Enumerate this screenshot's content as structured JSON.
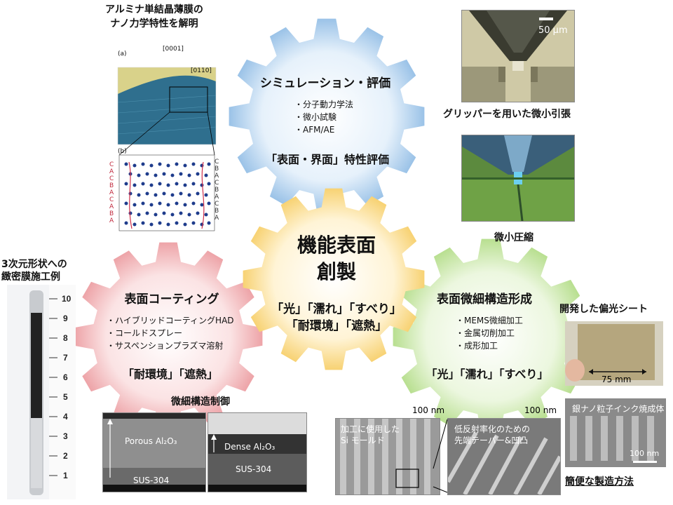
{
  "labels": {
    "alumina_title_1": "アルミナ単結晶薄膜の",
    "alumina_title_2": "ナノ力学特性を解明",
    "gripper": "グリッパーを用いた微小引張",
    "compression": "微小圧縮",
    "dense_film_1": "3次元形状への",
    "dense_film_2": "緻密膜施工例",
    "microstructure_control": "微細構造制御",
    "polarizer_sheet": "開発した偏光シート",
    "simple_method": "簡便な製造方法"
  },
  "center_gear": {
    "title_1": "機能表面",
    "title_2": "創製",
    "tag_1": "「光」「濡れ」「すべり」",
    "tag_2": "「耐環境」「遮熱」"
  },
  "sim_gear": {
    "title": "シミュレーション・評価",
    "bullets": [
      "・分子動力学法",
      "・微小試験",
      "・AFM/AE"
    ],
    "tag": "「表面・界面」特性評価"
  },
  "coat_gear": {
    "title": "表面コーティング",
    "bullets": [
      "・ハイブリッドコーティングHAD",
      "・コールドスプレー",
      "・サスペンションプラズマ溶射"
    ],
    "tag": "「耐環境」「遮熱」"
  },
  "micro_gear": {
    "title": "表面微細構造形成",
    "bullets": [
      "・MEMS微細加工",
      "・金属切削加工",
      "・成形加工"
    ],
    "tag": "「光」「濡れ」「すべり」"
  },
  "images": {
    "crystal_a": "(a)",
    "crystal_b": "(b)",
    "axis_0001": "[0001]",
    "axis_0110": "[0110]",
    "left_stack": "CACBACABA",
    "right_stack": "CBACBACBA",
    "gripper_scale": "50 μm",
    "porous_label": "Porous Al₂O₃",
    "porous_sub": "SUS-304",
    "dense_label": "Dense Al₂O₃",
    "dense_sub": "SUS-304",
    "mold_scale": "100 nm",
    "mold_caption_1": "加工に使用した",
    "mold_caption_2": "Si モールド",
    "taper_scale": "100 nm",
    "taper_caption_1": "低反射率化のための",
    "taper_caption_2": "先端テーパー&凹凸",
    "sheet_size": "75 mm",
    "ink_caption": "銀ナノ粒子インク焼成体",
    "ink_scale": "100 nm"
  },
  "colors": {
    "sim_gear": "#7fb3e0",
    "center_gear": "#f6c64a",
    "coat_gear": "#eb8a8f",
    "micro_gear": "#a6d66c"
  }
}
